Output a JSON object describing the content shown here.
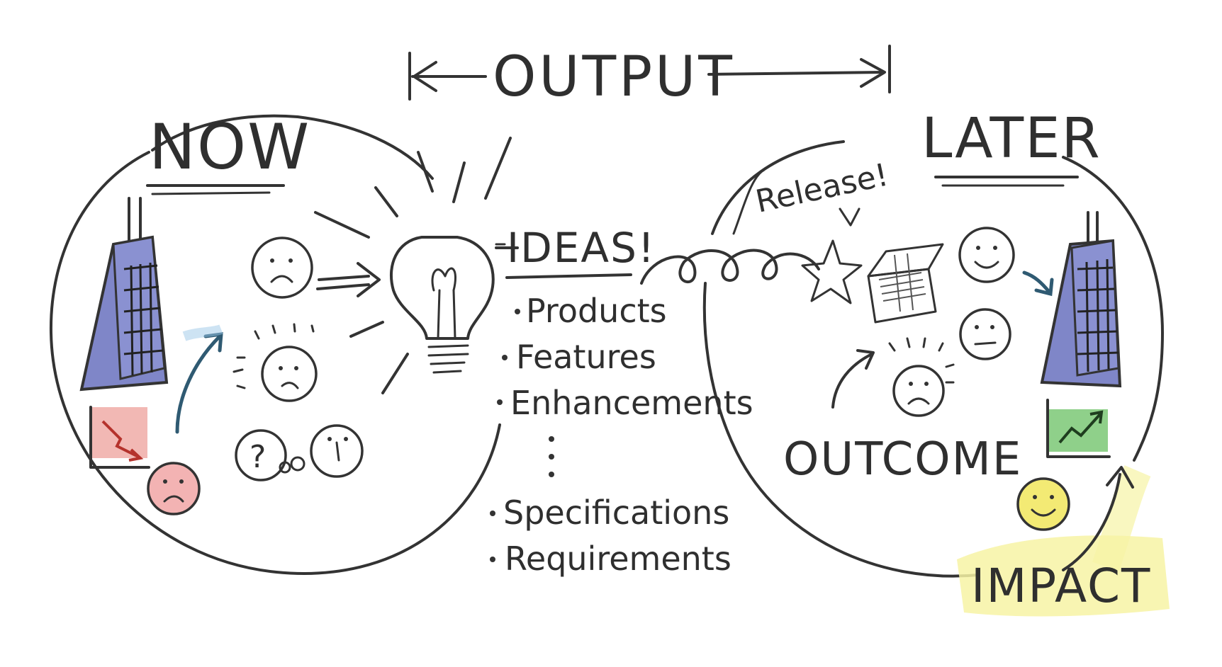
{
  "header": {
    "output_label": "OUTPUT"
  },
  "now": {
    "title": "NOW"
  },
  "later": {
    "title": "LATER",
    "release_label": "Release!"
  },
  "ideas": {
    "title": "IDEAS!",
    "items": [
      "Products",
      "Features",
      "Enhancements",
      "Specifications",
      "Requirements"
    ]
  },
  "outcome": {
    "label": "OUTCOME"
  },
  "impact": {
    "label": "IMPACT"
  },
  "colors": {
    "ink": "#333333",
    "building": "#7f86c8",
    "decline_chart": "#f2b8b4",
    "growth_chart": "#8fd08a",
    "sad_face": "#f3b3b3",
    "happy_face": "#f3ea74",
    "impact_highlight": "#f7f3a5",
    "arrow_blue": "#2f5a72"
  }
}
